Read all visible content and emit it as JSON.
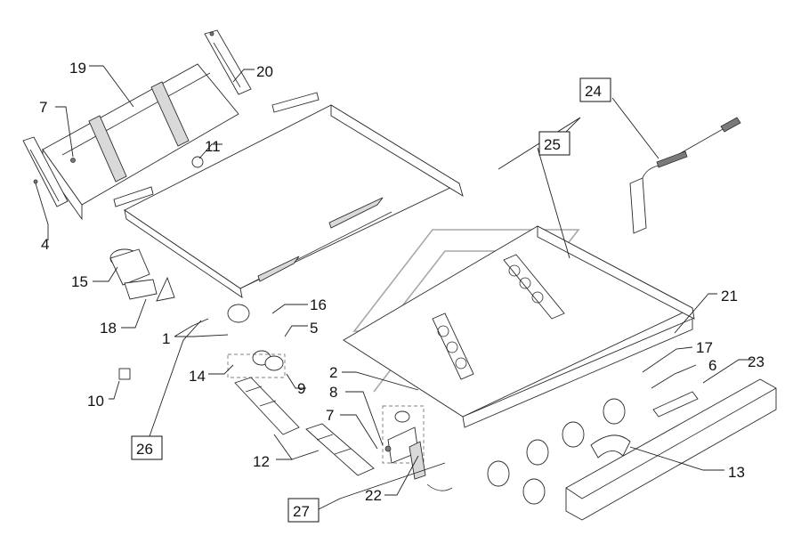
{
  "callouts": [
    {
      "id": "c19",
      "text": "19",
      "boxed": false
    },
    {
      "id": "c20",
      "text": "20",
      "boxed": false
    },
    {
      "id": "c7a",
      "text": "7",
      "boxed": false
    },
    {
      "id": "c11",
      "text": "11",
      "boxed": false
    },
    {
      "id": "c4",
      "text": "4",
      "boxed": false
    },
    {
      "id": "c24",
      "text": "24",
      "boxed": true
    },
    {
      "id": "c25",
      "text": "25",
      "boxed": true
    },
    {
      "id": "c15",
      "text": "15",
      "boxed": false
    },
    {
      "id": "c16",
      "text": "16",
      "boxed": false
    },
    {
      "id": "c5",
      "text": "5",
      "boxed": false
    },
    {
      "id": "c18",
      "text": "18",
      "boxed": false
    },
    {
      "id": "c1",
      "text": "1",
      "boxed": false
    },
    {
      "id": "c21",
      "text": "21",
      "boxed": false
    },
    {
      "id": "c17",
      "text": "17",
      "boxed": false
    },
    {
      "id": "c6",
      "text": "6",
      "boxed": false
    },
    {
      "id": "c23",
      "text": "23",
      "boxed": false
    },
    {
      "id": "c14",
      "text": "14",
      "boxed": false
    },
    {
      "id": "c9",
      "text": "9",
      "boxed": false
    },
    {
      "id": "c2",
      "text": "2",
      "boxed": false
    },
    {
      "id": "c10",
      "text": "10",
      "boxed": false
    },
    {
      "id": "c8",
      "text": "8",
      "boxed": false
    },
    {
      "id": "c7b",
      "text": "7",
      "boxed": false
    },
    {
      "id": "c26",
      "text": "26",
      "boxed": true
    },
    {
      "id": "c12",
      "text": "12",
      "boxed": false
    },
    {
      "id": "c13",
      "text": "13",
      "boxed": false
    },
    {
      "id": "c22",
      "text": "22",
      "boxed": false
    },
    {
      "id": "c27",
      "text": "27",
      "boxed": true
    }
  ]
}
